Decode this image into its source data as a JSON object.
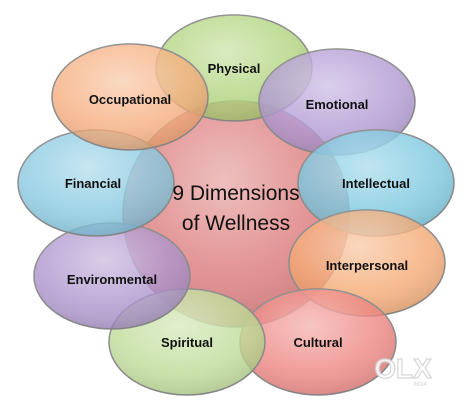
{
  "center": {
    "line1": "9 Dimensions",
    "line2": "of Wellness",
    "color": "#e08a8a"
  },
  "dimensions": [
    {
      "label": "Physical",
      "color": "#a9cf6f"
    },
    {
      "label": "Emotional",
      "color": "#a98fcf"
    },
    {
      "label": "Intellectual",
      "color": "#6ec3dc"
    },
    {
      "label": "Interpersonal",
      "color": "#f4a266"
    },
    {
      "label": "Cultural",
      "color": "#ec7a74"
    },
    {
      "label": "Spiritual",
      "color": "#b9d98d"
    },
    {
      "label": "Environmental",
      "color": "#a58ac8"
    },
    {
      "label": "Financial",
      "color": "#7cc4de"
    },
    {
      "label": "Occupational",
      "color": "#f5a672"
    }
  ],
  "watermark": {
    "text": "OLX",
    "subtext": "INDIA"
  }
}
